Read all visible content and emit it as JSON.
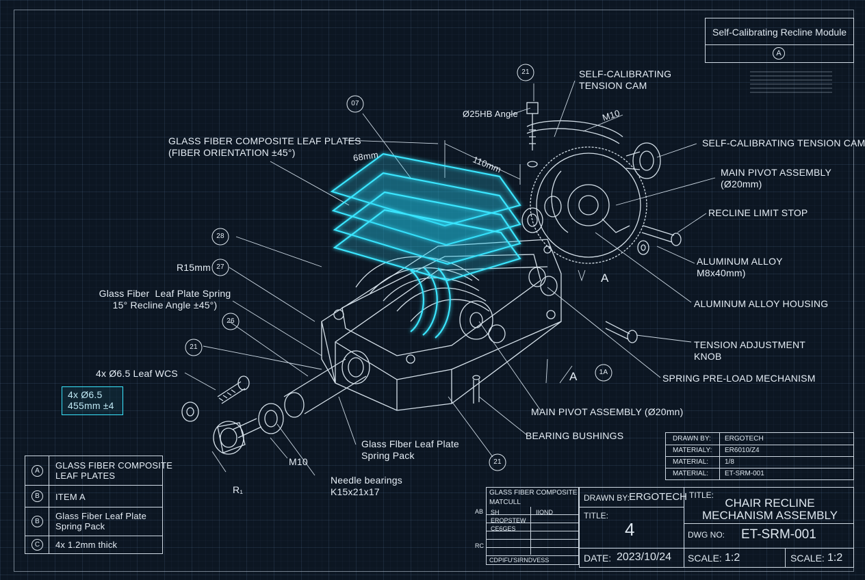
{
  "header": {
    "title": "Self-Calibrating Recline Module",
    "revision": "A"
  },
  "callouts": {
    "cam_top": "SELF-CALIBRATING\nTENSION CAM",
    "angle_dim": "Ø25HB Angle",
    "m10_top": "M10",
    "leaf_plates": "GLASS FIBER COMPOSITE LEAF PLATES\n(FIBER ORIENTATION ±45°)",
    "dim_68": "68mm",
    "dim_110": "110mm",
    "cam_right": "SELF-CALIBRATING TENSION CAM",
    "main_pivot": "MAIN PIVOT ASSEMBLY\n(Ø20mm)",
    "recline_stop": "RECLINE LIMIT STOP",
    "aluminum_alloy": "ALUMINUM ALLOY\nM8x40mm)",
    "aluminum_housing": "ALUMINUM ALLOY HOUSING",
    "tension_knob": "TENSION ADJUSTMENT\nKNOB",
    "spring_preload": "SPRING PRE-LOAD MECHANISM",
    "main_pivot_lower": "MAIN PIVOT ASSEMBLY (Ø20mn)",
    "bearing_bushings": "BEARING BUSHINGS",
    "r15": "R15mm",
    "gf_spring": "Glass Fiber  Leaf Plate Spring\n15° Recline Angle ±45°)",
    "leaf_wcs": "4x Ø6.5 Leaf WCS",
    "box_text": "4x Ø6.5\n455mm ±4",
    "m10_low": "M10",
    "gf_pack": "Glass Flber Leaf Plate\nSpring Pack",
    "needle": "Needle bearings\nK15x21x17",
    "r_dim": "R₁",
    "sec_a1": "A",
    "sec_a2": "A"
  },
  "balloons": [
    "21",
    "07",
    "28",
    "27",
    "26",
    "21",
    "1A",
    "21"
  ],
  "legend": [
    {
      "key": "A",
      "text": "GLASS FIBER COMPOSITE\nLEAF PLATES"
    },
    {
      "key": "B",
      "text": "ITEM A"
    },
    {
      "key": "B",
      "text": "Glass Fiber Leaf Plate\nSpring Pack"
    },
    {
      "key": "C",
      "text": "4x 1.2mm thick"
    }
  ],
  "info_block": [
    {
      "label": "DRAWN BY:",
      "value": "ERGOTECH"
    },
    {
      "label": "MATERIALY:",
      "value": "ER6010/Z4"
    },
    {
      "label": "MATERIAL:",
      "value": "1/8"
    },
    {
      "label": "MATERIAL:",
      "value": "ET-SRM-001"
    }
  ],
  "title_block": {
    "parts_title": "GLASS FIBER COMPOSITE",
    "parts_sub": "MATCULL",
    "parts_rows": [
      "SH",
      "EROPSTEW",
      "CE6GES",
      "",
      "",
      ""
    ],
    "parts_col": "IIOND",
    "parts_left": [
      "AB",
      "",
      "",
      "RC"
    ],
    "parts_footer": "CDPIFU'SIRNDVESS",
    "drawn_by_label": "DRAWN BY:",
    "drawn_by": "ERGOTECH",
    "title_label": "TITLE:",
    "sheet_glyph": "4",
    "date_label": "DATE:",
    "date": "2023/10/24",
    "main_title_label": "TITLE:",
    "main_title": "CHAIR RECLINE\nMECHANISM ASSEMBLY",
    "dwg_label": "DWG NO:",
    "dwg_no": "ET-SRM-001",
    "scale_label": "SCALE:",
    "scale": "1:2",
    "scale_label2": "SCALE:",
    "scale2": "1:2"
  },
  "colors": {
    "background": "#0c1622",
    "line": "#d6e1ea",
    "glow": "#37e6ff"
  }
}
